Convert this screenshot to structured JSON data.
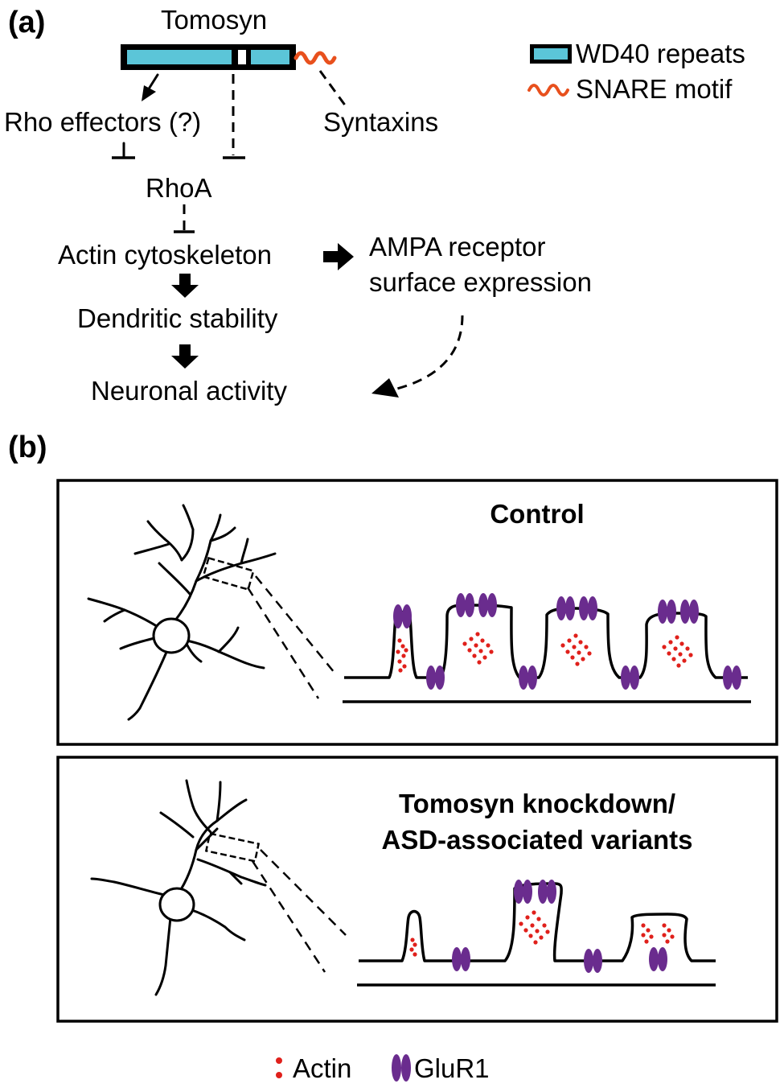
{
  "panel_a": {
    "label": "(a)",
    "protein": "Tomosyn",
    "legend": {
      "wd40": "WD40 repeats",
      "snare": "SNARE motif",
      "wd40_color": "#5bc5d8",
      "snare_color": "#e8501d"
    },
    "nodes": {
      "rho_effectors": "Rho effectors (?)",
      "syntaxins": "Syntaxins",
      "rhoa": "RhoA",
      "actin_cytoskeleton": "Actin cytoskeleton",
      "ampa_line1": "AMPA receptor",
      "ampa_line2": "surface expression",
      "dendritic_stability": "Dendritic stability",
      "neuronal_activity": "Neuronal activity"
    }
  },
  "panel_b": {
    "label": "(b)",
    "control_title": "Control",
    "knockdown_title_line1": "Tomosyn knockdown/",
    "knockdown_title_line2": "ASD-associated variants",
    "legend": {
      "actin": "Actin",
      "glur1": "GluR1",
      "actin_color": "#e0201b",
      "glur1_color": "#6a2c8e"
    }
  }
}
